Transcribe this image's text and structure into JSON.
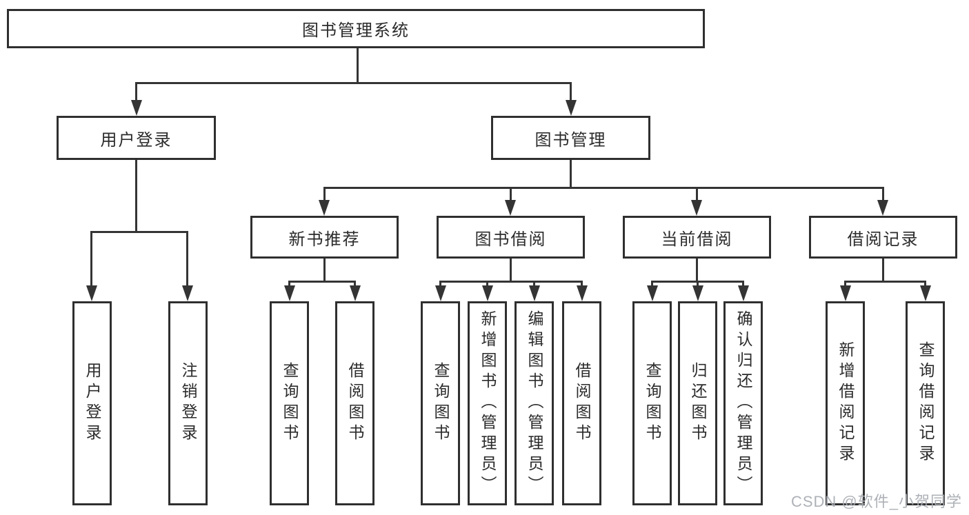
{
  "diagram": {
    "type": "hierarchy-flowchart",
    "colors": {
      "line": "#343434",
      "border": "#2f2f2f",
      "background": "#ffffff",
      "text": "#2b2b2b",
      "watermark": "#a9adb3"
    },
    "watermark": "CSDN @软件_小贺同学",
    "nodes": {
      "root": "图书管理系统",
      "user_login_branch": "用户登录",
      "book_mgmt_branch": "图书管理",
      "user_login": "用户登录",
      "logout": "注销登录",
      "new_book_rec": "新书推荐",
      "book_borrow": "图书借阅",
      "current_borrow": "当前借阅",
      "borrow_records": "借阅记录",
      "rec_query_books": "查询图书",
      "rec_borrow_books": "借阅图书",
      "bb_query_books": "查询图书",
      "bb_add_books": "新增图书（管理员）",
      "bb_edit_books": "编辑图书（管理员）",
      "bb_borrow_books": "借阅图书",
      "cb_query_books": "查询图书",
      "cb_return_books": "归还图书",
      "cb_confirm_return": "确认归还（管理员）",
      "br_add_record": "新增借阅记录",
      "br_query_record": "查询借阅记录"
    },
    "hierarchy": {
      "图书管理系统": {
        "用户登录": [
          "用户登录",
          "注销登录"
        ],
        "图书管理": {
          "新书推荐": [
            "查询图书",
            "借阅图书"
          ],
          "图书借阅": [
            "查询图书",
            "新增图书（管理员）",
            "编辑图书（管理员）",
            "借阅图书"
          ],
          "当前借阅": [
            "查询图书",
            "归还图书",
            "确认归还（管理员）"
          ],
          "借阅记录": [
            "新增借阅记录",
            "查询借阅记录"
          ]
        }
      }
    }
  }
}
